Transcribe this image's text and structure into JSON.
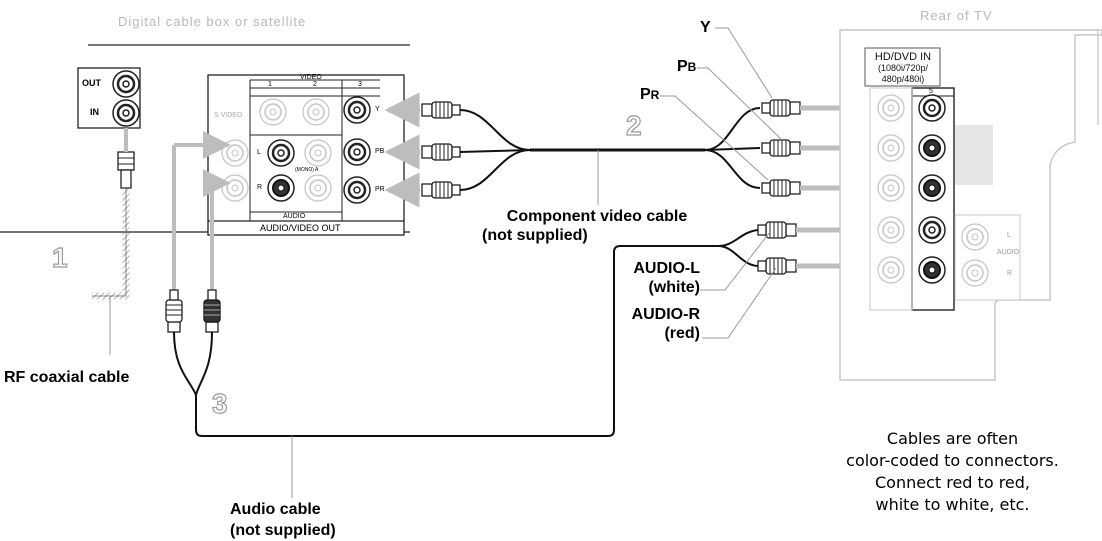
{
  "box": {
    "caption": "Digital cable box or satellite",
    "out_label": "OUT",
    "in_label": "IN",
    "panel_title": "AUDIO/VIDEO OUT",
    "video_label": "VIDEO",
    "audio_label": "AUDIO",
    "svideo_label": "S VIDEO",
    "col_1": "1",
    "col_2": "2",
    "col_3": "3",
    "jack_l": "L",
    "jack_r": "R",
    "mono_label": "(MONO) A",
    "jack_y": "Y",
    "jack_pb": "PB",
    "jack_pr": "PR"
  },
  "tv": {
    "caption": "Rear of TV",
    "input_title_1": "HD/DVD IN",
    "input_title_2": "(1080i/720p/",
    "input_title_3": "480p/480i)",
    "column_label": "5",
    "side_audio": "AUDIO",
    "side_l": "L",
    "side_r": "R"
  },
  "labels": {
    "y": "Y",
    "pb_main": "P",
    "pb_sub": "B",
    "pr_main": "P",
    "pr_sub": "R",
    "component_1": "Component video cable",
    "component_2": "(not supplied)",
    "audio_l_1": "AUDIO-L",
    "audio_l_2": "(white)",
    "audio_r_1": "AUDIO-R",
    "audio_r_2": "(red)",
    "rf": "RF coaxial cable",
    "audio_cable_1": "Audio cable",
    "audio_cable_2": "(not supplied)"
  },
  "steps": [
    "1",
    "2",
    "3"
  ],
  "note": {
    "line1": "Cables are often",
    "line2": "color-coded to connectors.",
    "line3": "Connect red to red,",
    "line4": "white to white, etc."
  }
}
